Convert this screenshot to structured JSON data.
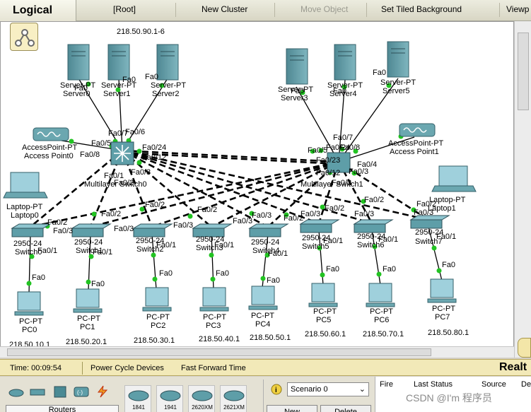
{
  "toolbar": {
    "workspace": "Logical",
    "root": "[Root]",
    "new_cluster": "New Cluster",
    "move_object": "Move Object",
    "tiled_bg": "Set Tiled Background",
    "viewport": "Viewp"
  },
  "cluster_label": "218.50.90.1-6",
  "servers": [
    {
      "name": "Server0",
      "type": "Server-PT"
    },
    {
      "name": "Server1",
      "type": "Server-PT"
    },
    {
      "name": "Server2",
      "type": "Server-PT"
    },
    {
      "name": "Server3",
      "type": "Server-PT"
    },
    {
      "name": "Server4",
      "type": "Server-PT"
    },
    {
      "name": "Server5",
      "type": "Server-PT"
    }
  ],
  "access_points": [
    {
      "name": "Access Point0",
      "type": "AccessPoint-PT"
    },
    {
      "name": "Access Point1",
      "type": "AccessPoint-PT"
    }
  ],
  "laptops": [
    {
      "name": "Laptop0",
      "type": "Laptop-PT"
    },
    {
      "name": "Laptop1",
      "type": "Laptop-PT"
    }
  ],
  "multilayer": [
    {
      "name": "Multilayer Switch0"
    },
    {
      "name": "Multilayer Switch1"
    }
  ],
  "switches": [
    {
      "name": "Switch0",
      "type": "2950-24"
    },
    {
      "name": "Switch1",
      "type": "2950-24"
    },
    {
      "name": "Switch2",
      "type": "2950-24"
    },
    {
      "name": "Switch3",
      "type": "2950-24"
    },
    {
      "name": "Switch4",
      "type": "2950-24"
    },
    {
      "name": "Switch5",
      "type": "2950-24"
    },
    {
      "name": "Switch6",
      "type": "2950-24"
    },
    {
      "name": "Switch7",
      "type": "2950-24"
    }
  ],
  "pcs": [
    {
      "name": "PC0",
      "type": "PC-PT",
      "ip": "218.50.10.1"
    },
    {
      "name": "PC1",
      "type": "PC-PT",
      "ip": "218.50.20.1"
    },
    {
      "name": "PC2",
      "type": "PC-PT",
      "ip": "218.50.30.1"
    },
    {
      "name": "PC3",
      "type": "PC-PT",
      "ip": "218.50.40.1"
    },
    {
      "name": "PC4",
      "type": "PC-PT",
      "ip": "218.50.50.1"
    },
    {
      "name": "PC5",
      "type": "PC-PT",
      "ip": "218.50.60.1"
    },
    {
      "name": "PC6",
      "type": "PC-PT",
      "ip": "218.50.70.1"
    },
    {
      "name": "PC7",
      "type": "PC-PT",
      "ip": "218.50.80.1"
    }
  ],
  "port_labels": {
    "fa0": "Fa0",
    "fa01": "Fa0/1",
    "fa02": "Fa0/2",
    "fa03": "Fa0/3",
    "fa04": "Fa0/4",
    "fa05": "Fa0/5",
    "fa06": "Fa0/6",
    "fa07": "Fa0/7",
    "fa08": "Fa0/8",
    "fa012": "Fa0/12",
    "fa023": "Fa0/23",
    "fa024": "Fa0/24"
  },
  "status": {
    "time": "Time: 00:09:54",
    "power_cycle": "Power Cycle Devices",
    "fast_forward": "Fast Forward Time",
    "realtime": "Realt"
  },
  "bottom": {
    "category": "Routers",
    "routers": [
      "1841",
      "1941",
      "2620XM",
      "2621XM"
    ],
    "scenario": "Scenario 0",
    "new": "New",
    "delete": "Delete",
    "pdu_columns": [
      "Fire",
      "Last Status",
      "Source",
      "De"
    ]
  },
  "watermark": "CSDN @I'm 程序员",
  "colors": {
    "link_up": "#22c322",
    "device_teal": "#5e9ea8",
    "status_bar": "#f2e9b8"
  }
}
